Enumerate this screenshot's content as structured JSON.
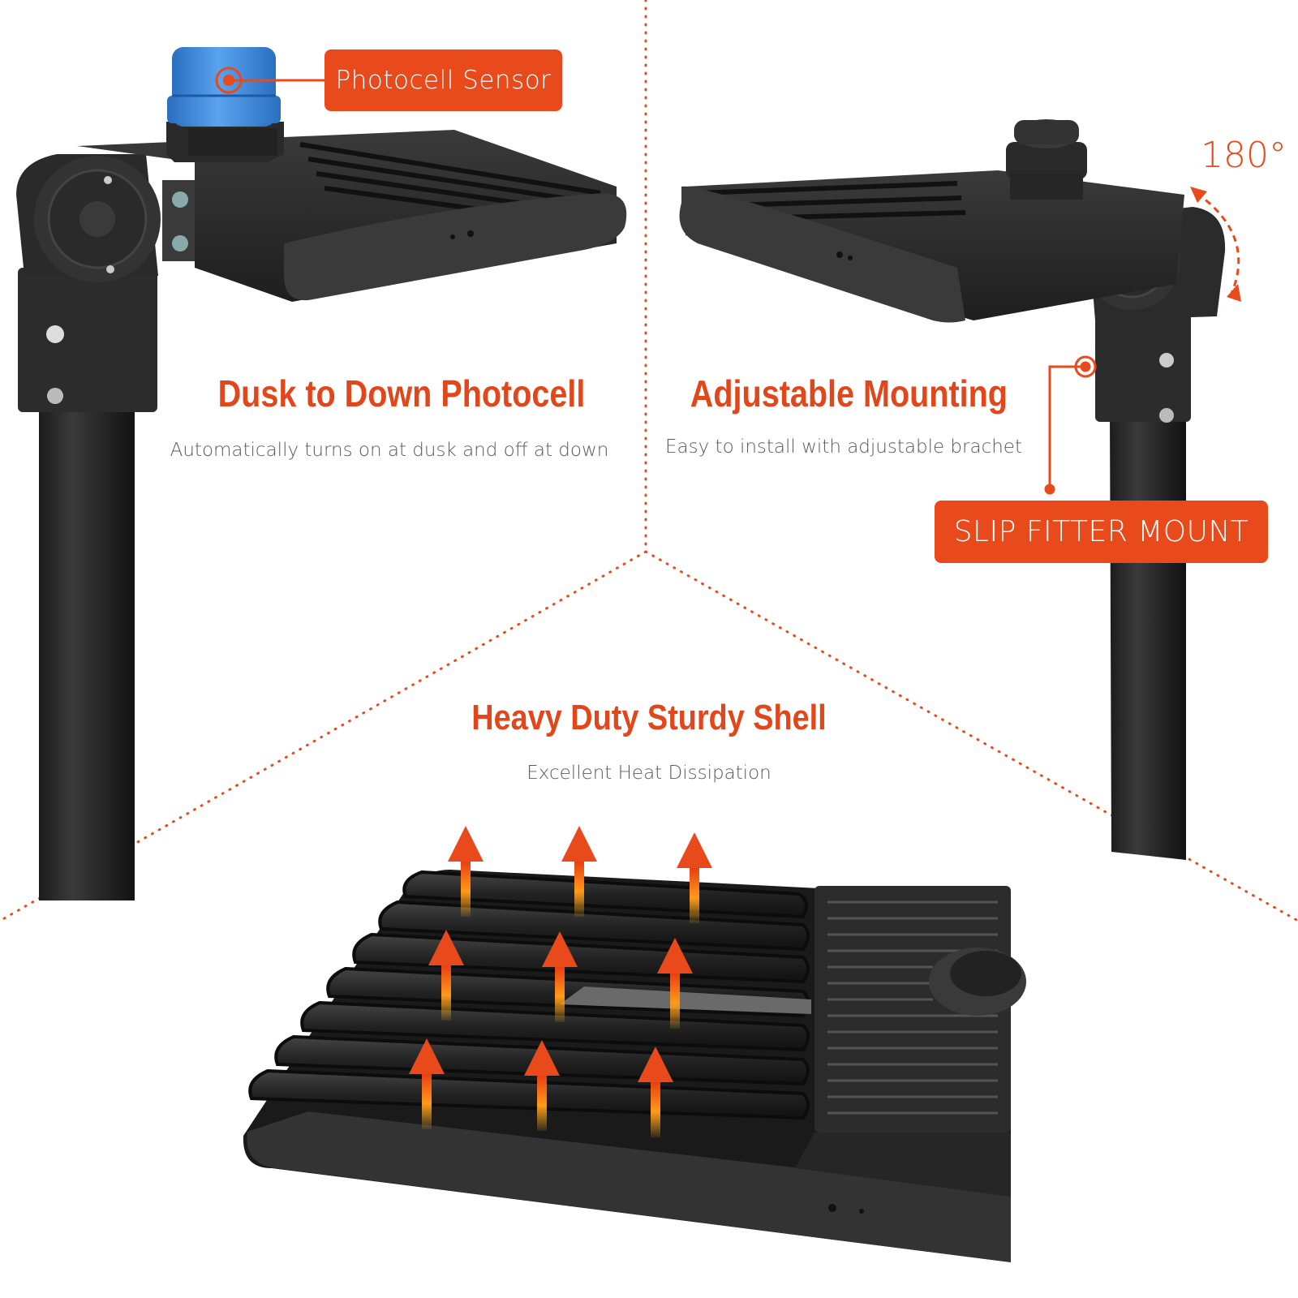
{
  "callouts": {
    "photocell_sensor": "Photocell Sensor",
    "slip_fitter_mount": "SLIP FITTER MOUNT"
  },
  "features": {
    "dusk": {
      "title": "Dusk to Down Photocell",
      "subtitle": "Automatically turns on at dusk and off at down"
    },
    "adjustable": {
      "title": "Adjustable Mounting",
      "subtitle": "Easy to install with adjustable brachet"
    },
    "shell": {
      "title": "Heavy Duty Sturdy Shell",
      "subtitle": "Excellent Heat Dissipation"
    }
  },
  "rotation_label": "180°",
  "colors": {
    "accent": "#e84a1c",
    "heading": "#e2461b",
    "subtext": "#5a5a5a",
    "fixture_dark": "#2b2b2b",
    "sensor_blue": "#3b86d6"
  },
  "icons": {
    "heat_arrows": "heat-up-arrow-icon",
    "rotation": "rotation-arc-arrow-icon"
  }
}
